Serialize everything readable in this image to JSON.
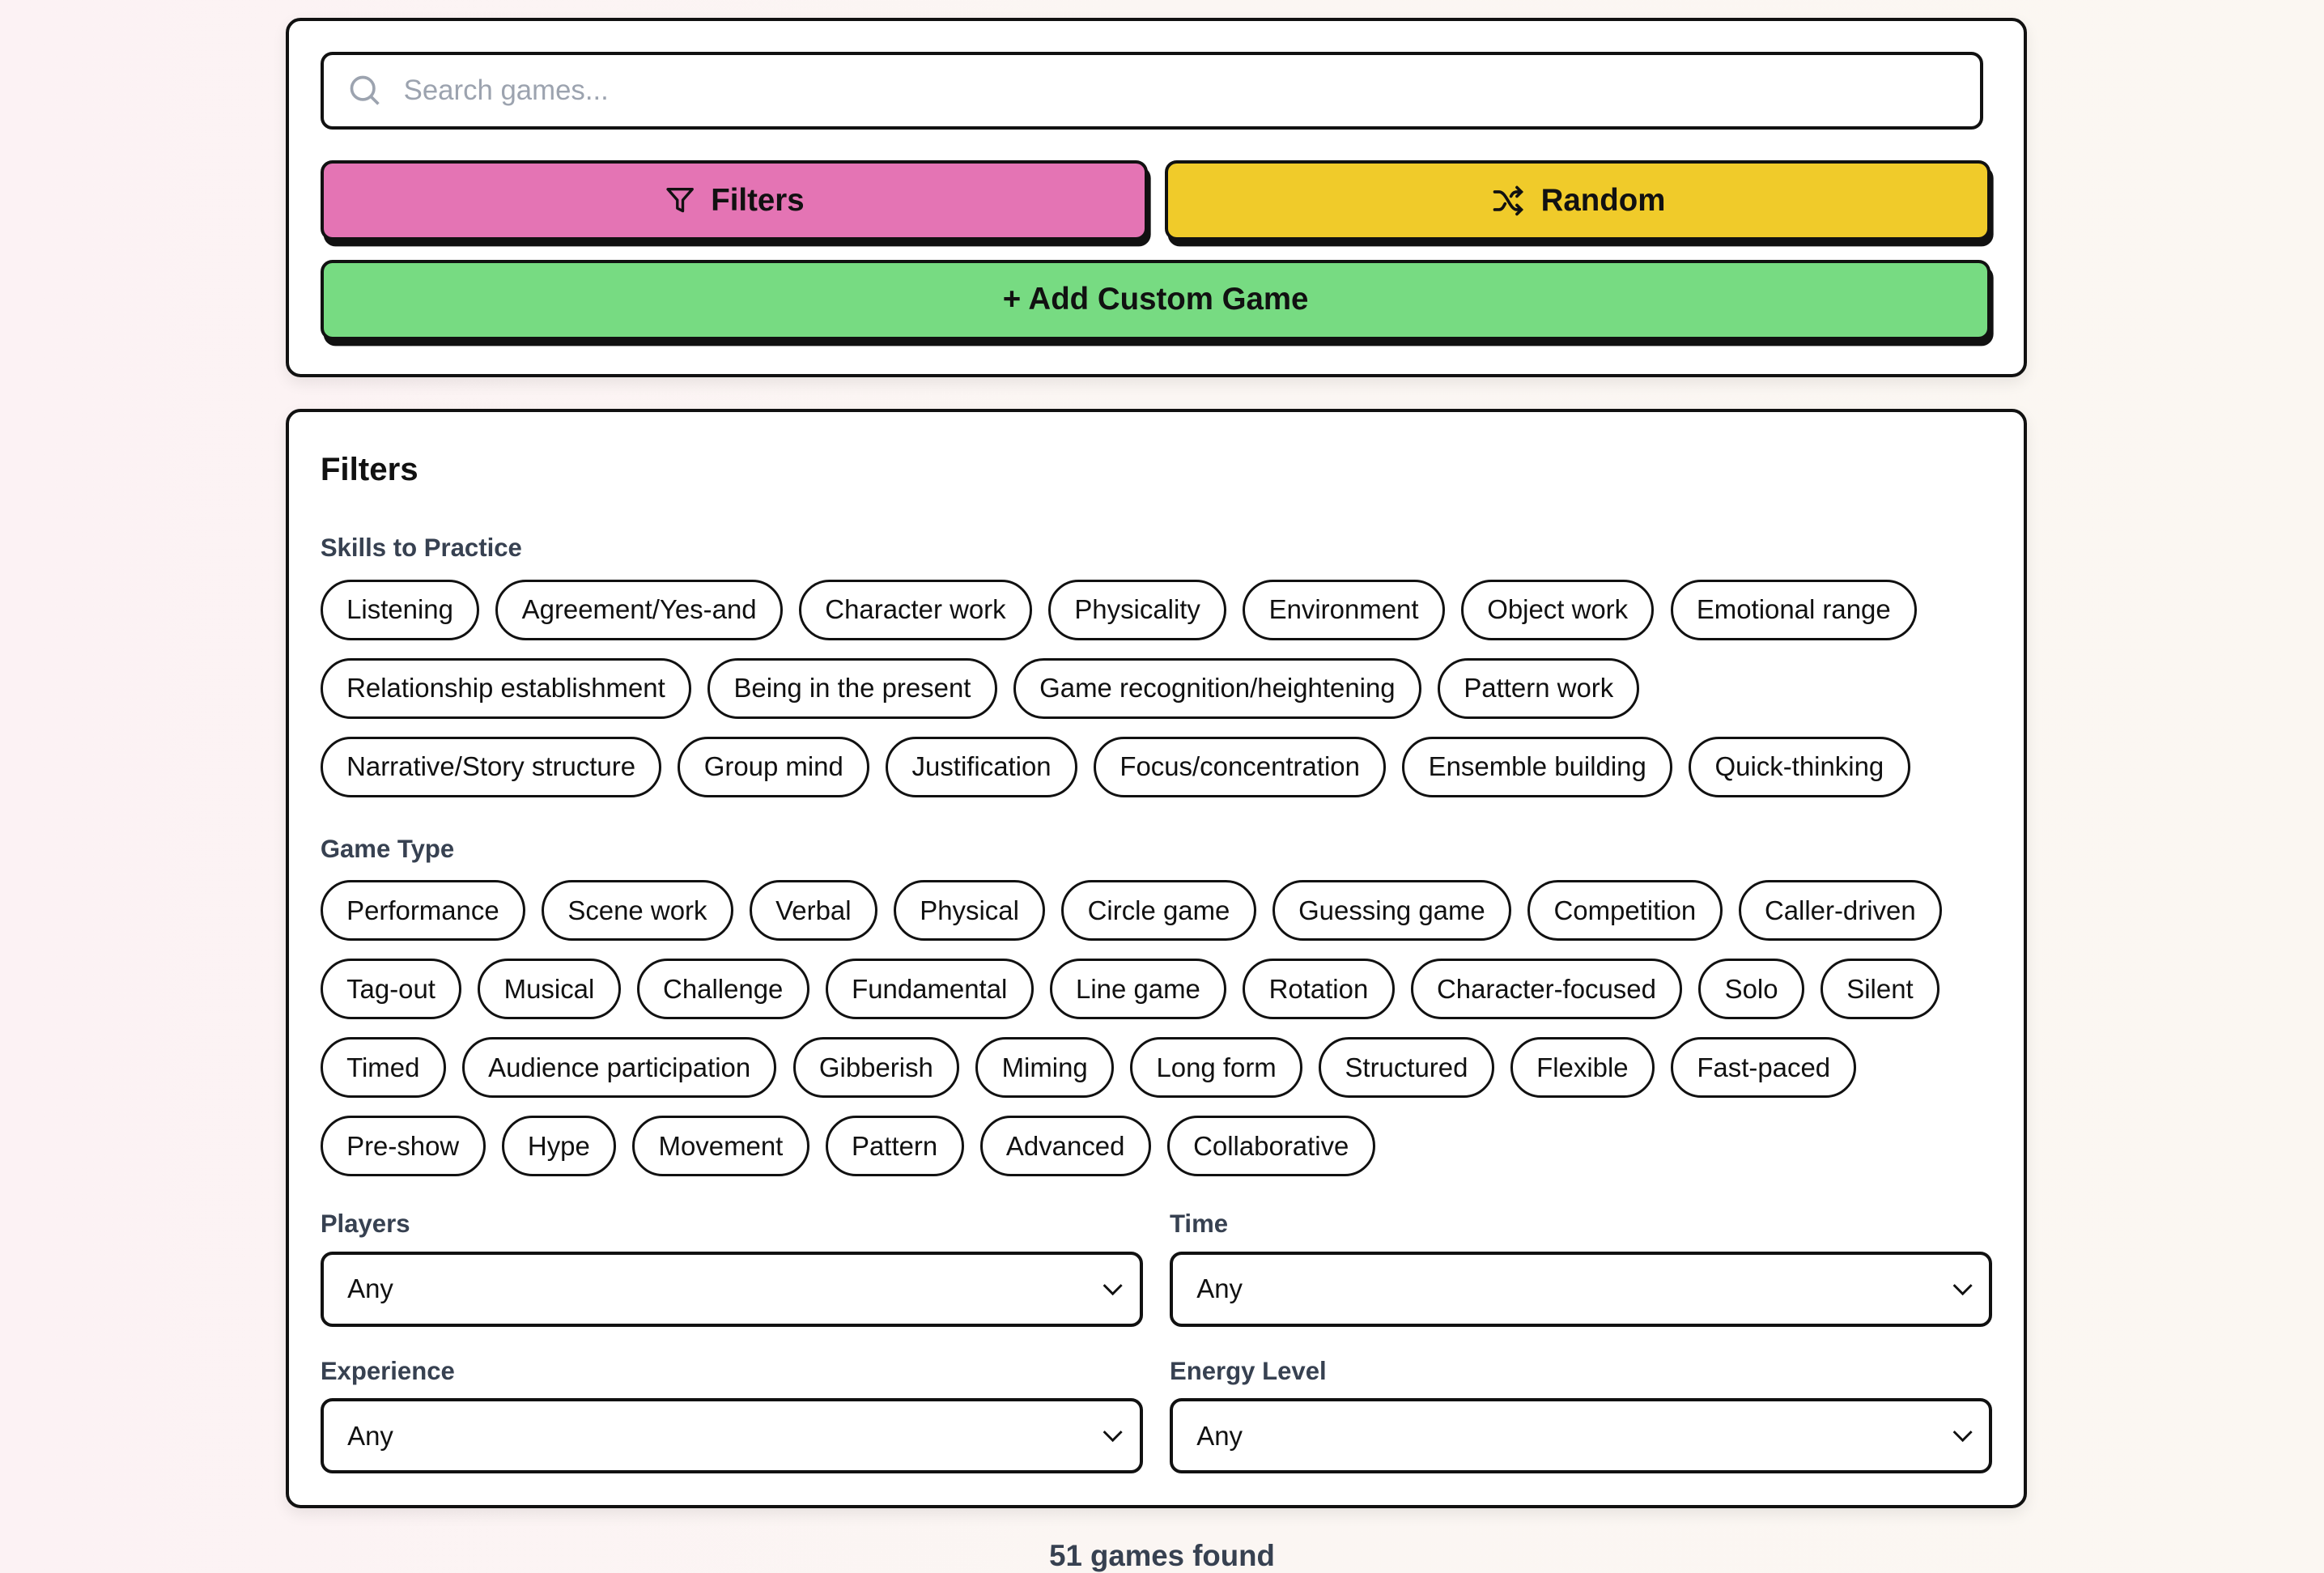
{
  "search": {
    "placeholder": "Search games..."
  },
  "actions": {
    "filters_label": "Filters",
    "random_label": "Random",
    "add_label": "+ Add Custom Game"
  },
  "colors": {
    "filters": "#e474b4",
    "random": "#f0cb2a",
    "add": "#77db82"
  },
  "filters": {
    "title": "Filters",
    "skills": {
      "label": "Skills to Practice",
      "items": [
        "Listening",
        "Agreement/Yes-and",
        "Character work",
        "Physicality",
        "Environment",
        "Object work",
        "Emotional range",
        "Relationship establishment",
        "Being in the present",
        "Game recognition/heightening",
        "Pattern work",
        "Narrative/Story structure",
        "Group mind",
        "Justification",
        "Focus/concentration",
        "Ensemble building",
        "Quick-thinking"
      ]
    },
    "game_type": {
      "label": "Game Type",
      "items": [
        "Performance",
        "Scene work",
        "Verbal",
        "Physical",
        "Circle game",
        "Guessing game",
        "Competition",
        "Caller-driven",
        "Tag-out",
        "Musical",
        "Challenge",
        "Fundamental",
        "Line game",
        "Rotation",
        "Character-focused",
        "Solo",
        "Silent",
        "Timed",
        "Audience participation",
        "Gibberish",
        "Miming",
        "Long form",
        "Structured",
        "Flexible",
        "Fast-paced",
        "Pre-show",
        "Hype",
        "Movement",
        "Pattern",
        "Advanced",
        "Collaborative"
      ]
    },
    "players": {
      "label": "Players",
      "value": "Any"
    },
    "time": {
      "label": "Time",
      "value": "Any"
    },
    "experience": {
      "label": "Experience",
      "value": "Any"
    },
    "energy": {
      "label": "Energy Level",
      "value": "Any"
    }
  },
  "results": {
    "count_text": "51 games found"
  }
}
